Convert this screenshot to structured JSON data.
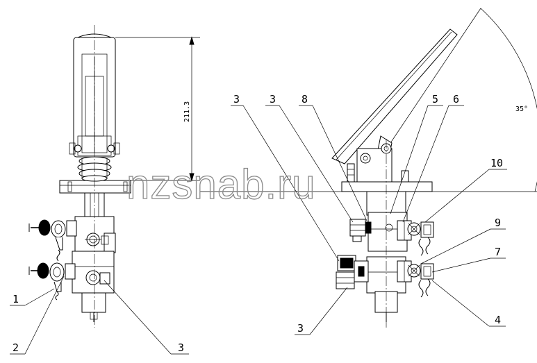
{
  "watermark": "nzsnab.ru",
  "dimensions": {
    "height": "211.3",
    "angle": "35°"
  },
  "callouts": {
    "left": [
      "1",
      "2",
      "3"
    ],
    "right_top": [
      "3",
      "3",
      "8",
      "5",
      "6"
    ],
    "right_side": [
      "10",
      "9",
      "7",
      "4"
    ],
    "right_bottom": "3"
  },
  "colors": {
    "line": "#000000",
    "background": "#ffffff",
    "watermark": "#8a8a8a"
  }
}
